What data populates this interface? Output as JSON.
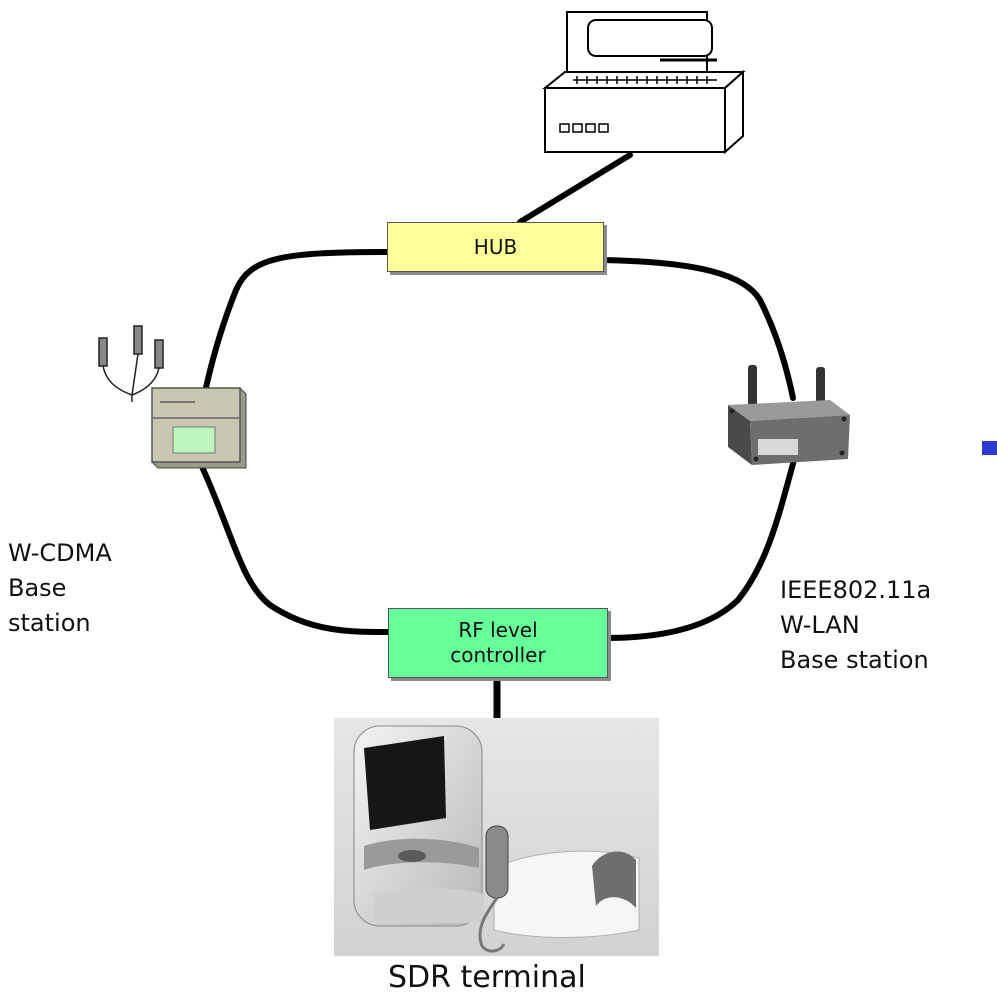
{
  "diagram": {
    "nodes": {
      "hub": {
        "label": "HUB",
        "fill": "#ffff99"
      },
      "rf_controller": {
        "label_lines": [
          "RF level",
          "controller"
        ],
        "fill": "#66ff99"
      },
      "pc": {
        "icon": "computer-terminal-icon"
      },
      "wcdma_base": {
        "icon": "wcdma-base-station-icon",
        "label_lines": [
          "W-CDMA",
          "Base",
          "station"
        ]
      },
      "wlan_base": {
        "icon": "wireless-router-icon",
        "label_lines": [
          "IEEE802.11a",
          "W-LAN",
          "Base station"
        ]
      },
      "sdr": {
        "icon": "sdr-terminal-photo-icon",
        "label": "SDR terminal"
      }
    },
    "links": [
      {
        "from": "pc",
        "to": "hub"
      },
      {
        "from": "hub",
        "to": "wcdma_base"
      },
      {
        "from": "hub",
        "to": "wlan_base"
      },
      {
        "from": "wcdma_base",
        "to": "rf_controller"
      },
      {
        "from": "wlan_base",
        "to": "rf_controller"
      },
      {
        "from": "rf_controller",
        "to": "sdr"
      }
    ],
    "colors": {
      "link": "#000000",
      "edge_marker": "#2d3bd0"
    }
  }
}
